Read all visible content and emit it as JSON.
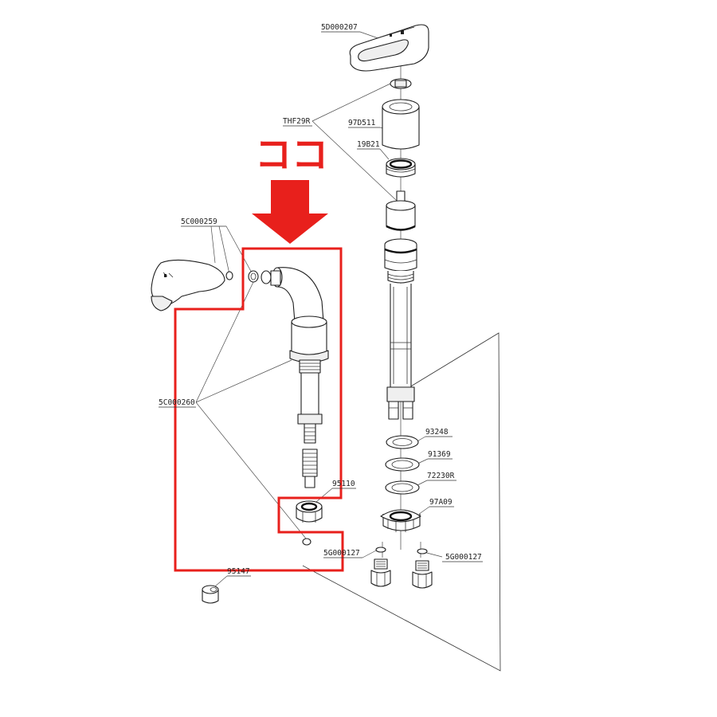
{
  "callout": {
    "text": "ココ",
    "color": "#e8201c"
  },
  "parts": [
    {
      "id": "5d000207",
      "label": "5D000207"
    },
    {
      "id": "thf29r",
      "label": "THF29R"
    },
    {
      "id": "97d511",
      "label": "97D511"
    },
    {
      "id": "19b21",
      "label": "19B21"
    },
    {
      "id": "5c000259",
      "label": "5C000259"
    },
    {
      "id": "5c000260",
      "label": "5C000260"
    },
    {
      "id": "95110",
      "label": "95110"
    },
    {
      "id": "95147",
      "label": "95147"
    },
    {
      "id": "93248",
      "label": "93248"
    },
    {
      "id": "91369",
      "label": "91369"
    },
    {
      "id": "72230r",
      "label": "72230R"
    },
    {
      "id": "97a09",
      "label": "97A09"
    },
    {
      "id": "5g000127-left",
      "label": "5G000127"
    },
    {
      "id": "5g000127-right",
      "label": "5G000127"
    }
  ]
}
